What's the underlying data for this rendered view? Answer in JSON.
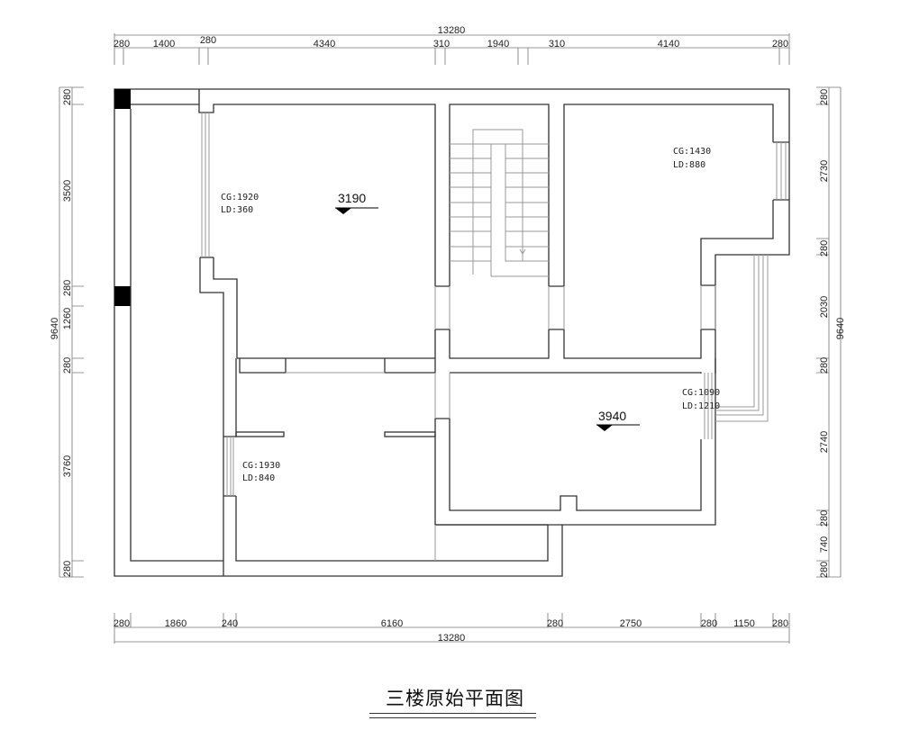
{
  "title": "三楼原始平面图",
  "dimensions": {
    "top_total": "13280",
    "top": [
      "280",
      "1400",
      "280",
      "4340",
      "310",
      "1940",
      "310",
      "4140",
      "280"
    ],
    "bottom_total": "13280",
    "bottom": [
      "280",
      "1860",
      "240",
      "6160",
      "280",
      "2750",
      "280",
      "1150",
      "280"
    ],
    "left_total": "9640",
    "left": [
      "280",
      "3500",
      "280",
      "1260",
      "280",
      "3760",
      "280"
    ],
    "right_total": "9640",
    "right": [
      "280",
      "2730",
      "280",
      "2030",
      "280",
      "2740",
      "280",
      "740",
      "280"
    ]
  },
  "windows": [
    {
      "cg": "CG:1920",
      "ld": "LD:360"
    },
    {
      "cg": "CG:1430",
      "ld": "LD:880"
    },
    {
      "cg": "CG:1090",
      "ld": "LD:1210"
    },
    {
      "cg": "CG:1930",
      "ld": "LD:840"
    }
  ],
  "levels": [
    "3190",
    "3940"
  ]
}
